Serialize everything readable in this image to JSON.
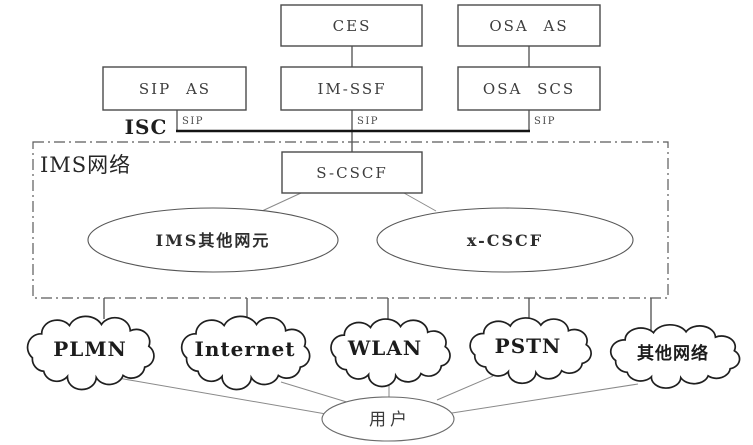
{
  "ims_region": {
    "region_label": "IMS网络",
    "s_cscf": "S-CSCF",
    "ims_other_elements": "IMS其他网元",
    "x_cscf": "x-CSCF"
  },
  "app_servers": {
    "ces": "CES",
    "osa_as": "OSA AS",
    "sip_as": "SIP AS",
    "im_ssf": "IM-SSF",
    "osa_scs": "OSA SCS"
  },
  "interface_labels": {
    "isc": "ISC",
    "sip_left": "SIP",
    "sip_center": "SIP",
    "sip_right": "SIP"
  },
  "access_networks": {
    "plmn": "PLMN",
    "internet": "Internet",
    "wlan": "WLAN",
    "pstn": "PSTN",
    "other_network": "其他网络"
  },
  "user": {
    "label": "用户"
  },
  "colors": {
    "background": "#ffffff",
    "box_stroke": "#4a4a4a",
    "cloud_stroke": "#1f1f1f",
    "dash_border": "#5a5a5a",
    "bus_line": "#141414",
    "thin_line": "#8a8a8a",
    "text": "#2e2e2e"
  }
}
